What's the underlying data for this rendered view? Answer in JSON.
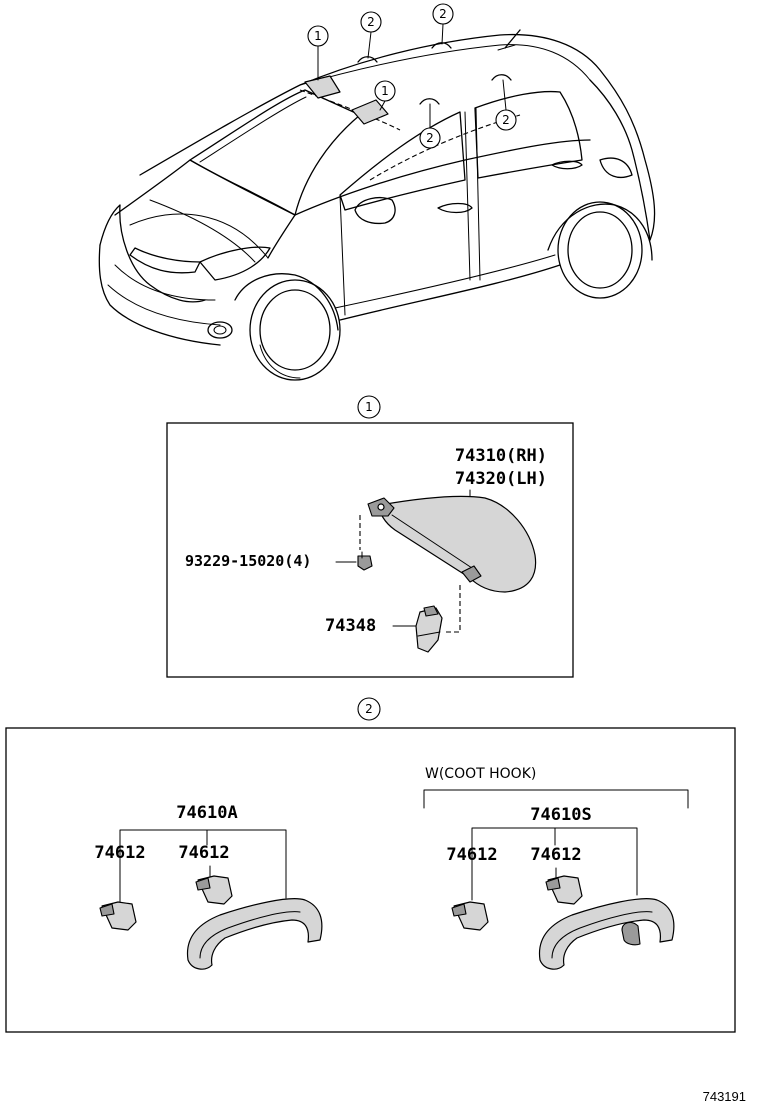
{
  "callouts": {
    "one": "1",
    "two": "2"
  },
  "section_1": {
    "visor_rh": "74310(RH)",
    "visor_lh": "74320(LH)",
    "screw": "93229-15020(4)",
    "holder": "74348"
  },
  "section_2": {
    "grip_a": "74610A",
    "cap_a_left": "74612",
    "cap_a_right": "74612",
    "note": "W(COOT HOOK)",
    "grip_s": "74610S",
    "cap_s_left": "74612",
    "cap_s_right": "74612"
  },
  "diagram_code": "743191"
}
